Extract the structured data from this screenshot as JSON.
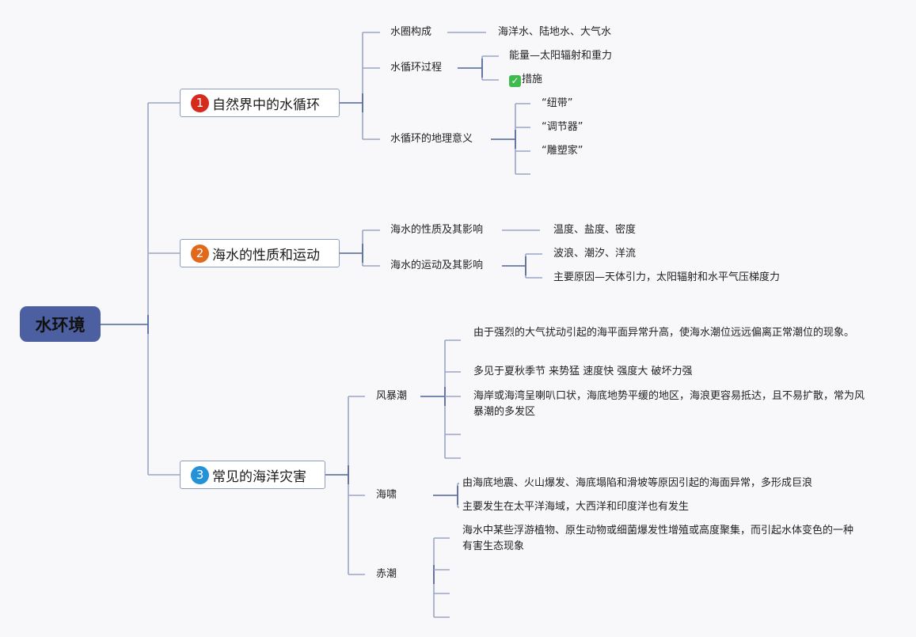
{
  "root": {
    "label": "水环境"
  },
  "colors": {
    "root_fill": "#4c5fa0",
    "line": "#9aa6c6",
    "line_dark": "#4f6296",
    "badge_1": "#d62b1c",
    "badge_2": "#e0691c",
    "badge_3": "#2492d8",
    "check": "#3dbb4e"
  },
  "topics": [
    {
      "number": "1",
      "label": "自然界中的水循环",
      "subtopics": [
        {
          "label": "水圈构成",
          "children": [
            "海洋水、陆地水、大气水"
          ]
        },
        {
          "label": "水循环过程",
          "children": [
            "能量—太阳辐射和重力",
            "措施"
          ],
          "child_icons": [
            "",
            "check-icon"
          ]
        },
        {
          "label": "水循环的地理意义",
          "children": [
            "“纽带”",
            "“调节器”",
            "“雕塑家”",
            ""
          ]
        }
      ]
    },
    {
      "number": "2",
      "label": "海水的性质和运动",
      "subtopics": [
        {
          "label": "海水的性质及其影响",
          "children": [
            "温度、盐度、密度"
          ]
        },
        {
          "label": "海水的运动及其影响",
          "children": [
            "波浪、潮汐、洋流",
            "主要原因—天体引力，太阳辐射和水平气压梯度力"
          ]
        }
      ]
    },
    {
      "number": "3",
      "label": "常见的海洋灾害",
      "subtopics": [
        {
          "label": "风暴潮",
          "children": [
            "由于强烈的大气扰动引起的海平面异常升高，使海水潮位远远偏离正常潮位的现象。",
            "多见于夏秋季节 来势猛 速度快 强度大 破坏力强",
            "海岸或海湾呈喇叭口状，海底地势平缓的地区，海浪更容易抵达，且不易扩散，常为风暴潮的多发区",
            "",
            ""
          ]
        },
        {
          "label": "海啸",
          "children": [
            "由海底地震、火山爆发、海底塌陷和滑坡等原因引起的海面异常，多形成巨浪",
            "主要发生在太平洋海域，大西洋和印度洋也有发生"
          ]
        },
        {
          "label": "赤潮",
          "children": [
            "海水中某些浮游植物、原生动物或细菌爆发性增殖或高度聚集，而引起水体变色的一种有害生态现象",
            "",
            "",
            ""
          ]
        }
      ]
    }
  ]
}
